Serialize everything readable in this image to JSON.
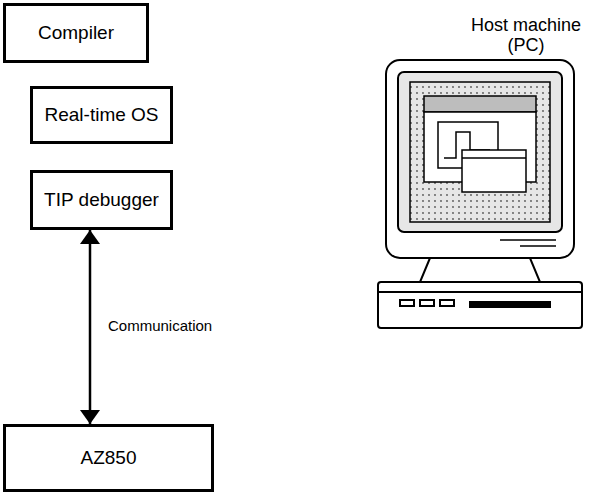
{
  "diagram": {
    "nodes": [
      {
        "text": [
          "Compiler"
        ]
      },
      {
        "text": [
          "Real-time OS"
        ]
      },
      {
        "text": [
          "TIP debugger"
        ]
      },
      {
        "text": [
          "AZ850"
        ]
      }
    ],
    "edges": [
      {
        "from": 2,
        "to": 3,
        "label": "Communication",
        "arrow": "both"
      }
    ],
    "labels": [
      "Host machine (PC)"
    ]
  }
}
